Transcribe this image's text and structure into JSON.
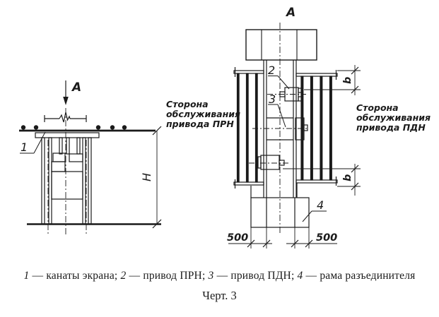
{
  "colors": {
    "ink": "#1a1a1a",
    "background": "#ffffff"
  },
  "view_labels": {
    "left_arrow_view": "А",
    "right_view_title": "А"
  },
  "left_drawing": {
    "part_label_1": "1",
    "dim_height": "Н"
  },
  "right_drawing": {
    "part_label_2": "2",
    "part_label_3": "3",
    "part_label_4": "4",
    "dim_b_top": "b",
    "dim_b_bottom": "b",
    "dim_500_left": "500",
    "dim_500_right": "500",
    "side_text_left": {
      "line1": "Сторона",
      "line2": "обслуживания",
      "line3": "привода ПРН"
    },
    "side_text_right": {
      "line1": "Сторона",
      "line2": "обслуживания",
      "line3": "привода ПДН"
    }
  },
  "legend": {
    "dash": " — ",
    "separator": "; ",
    "items": [
      {
        "num": "1",
        "label": "канаты экрана"
      },
      {
        "num": "2",
        "label": "привод ПРН"
      },
      {
        "num": "3",
        "label": "привод ПДН"
      },
      {
        "num": "4",
        "label": "рама разъединителя"
      }
    ]
  },
  "caption": "Черт. 3"
}
